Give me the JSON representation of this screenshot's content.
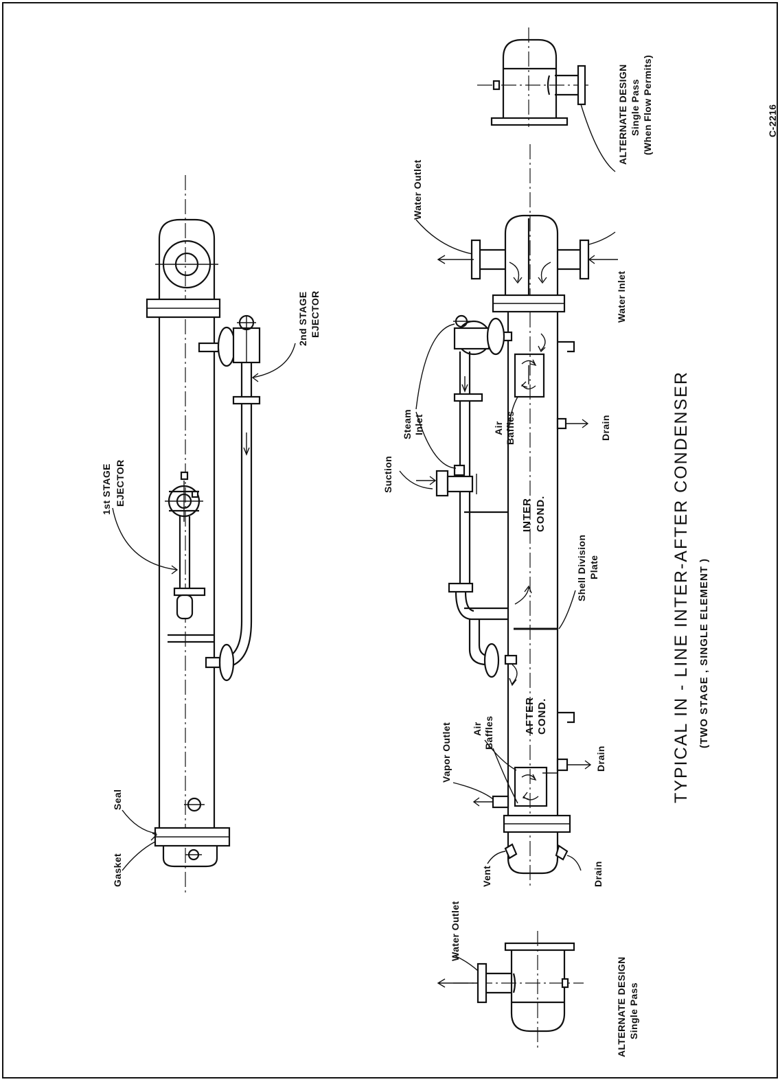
{
  "title": {
    "main": "TYPICAL   IN - LINE   INTER-AFTER CONDENSER",
    "sub": "(TWO STAGE ,  SINGLE ELEMENT )"
  },
  "labels": {
    "seal": "Seal",
    "gasket": "Gasket",
    "first_stage_ejector_a": "1st",
    "first_stage_ejector_b": " STAGE",
    "first_stage_ejector_c": "EJECTOR",
    "second_stage_ejector_a": "2nd",
    "second_stage_ejector_b": " STAGE",
    "second_stage_ejector_c": "EJECTOR",
    "water_outlet_top": "Water Outlet",
    "water_inlet": "Water Inlet",
    "steam_inlet_a": "Steam",
    "steam_inlet_b": "Inlet",
    "suction": "Suction",
    "air_baffles_upper_a": "Air",
    "air_baffles_upper_b": "Baffles",
    "inter_cond_a": "INTER",
    "inter_cond_b": "COND.",
    "drain_upper": "Drain",
    "shell_division_a": "Shell Division",
    "shell_division_b": "Plate",
    "vapor_outlet": "Vapor Outlet",
    "air_baffles_lower_a": "Air",
    "air_baffles_lower_b": "Baffles",
    "after_cond_a": "AFTER",
    "after_cond_b": "COND.",
    "drain_mid": "Drain",
    "vent": "Vent",
    "drain_lower": "Drain",
    "water_outlet_bottom": "Water Outlet",
    "alt_design_top_a": "ALTERNATE DESIGN",
    "alt_design_top_b": "Single Pass",
    "alt_design_top_c": "(When Flow Permits)",
    "alt_design_bottom_a": "ALTERNATE DESIGN",
    "alt_design_bottom_b": "Single Pass",
    "corner_code": "C-2216"
  }
}
